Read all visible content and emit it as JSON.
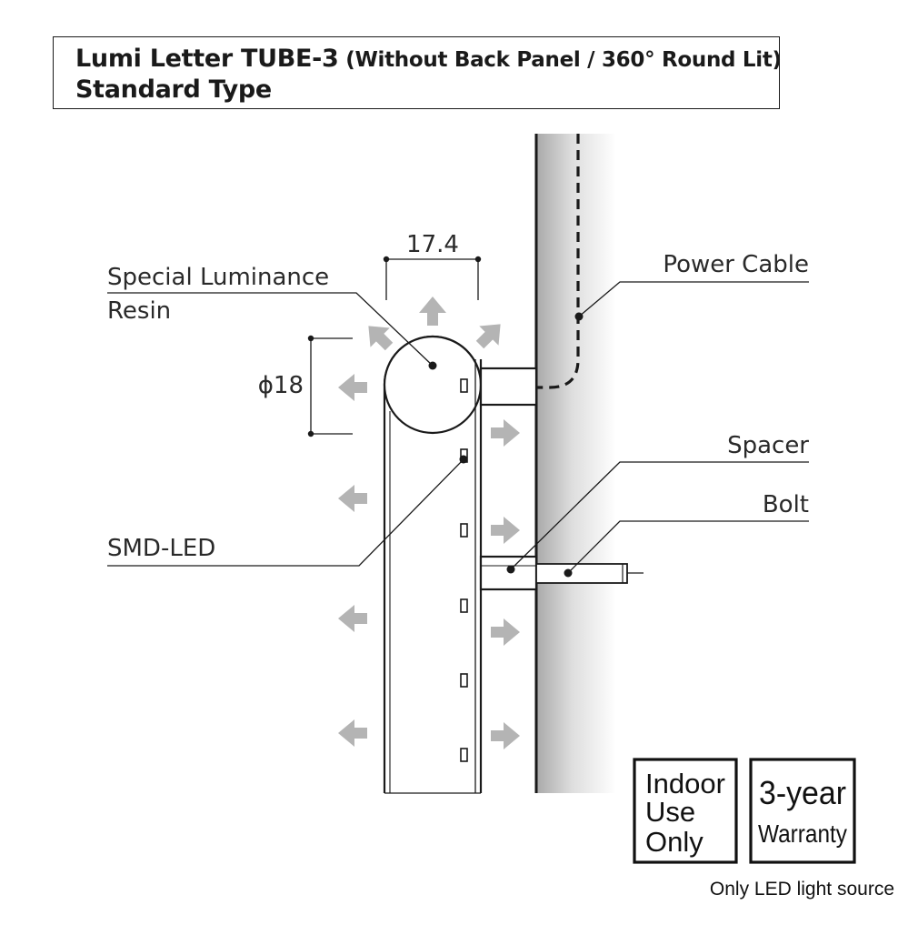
{
  "title": {
    "main": "Lumi Letter TUBE-3",
    "sub": " (Without Back Panel / 360° Round Lit)",
    "line2": "Standard Type"
  },
  "labels": {
    "width_dim": "17.4",
    "diameter_dim": "ϕ18",
    "resin_line1": "Special Luminance",
    "resin_line2": "Resin",
    "power_cable": "Power Cable",
    "spacer": "Spacer",
    "bolt": "Bolt",
    "smd_led": "SMD-LED"
  },
  "badges": {
    "indoor": [
      "Indoor",
      "Use",
      "Only"
    ],
    "warranty": [
      "3-year",
      "Warranty"
    ],
    "note": "Only LED light source"
  },
  "colors": {
    "line": "#1a1a1a",
    "arrow": "#b4b4b4",
    "wall_gradient_start": "#a9a9a9",
    "wall_gradient_end": "#ffffff"
  }
}
